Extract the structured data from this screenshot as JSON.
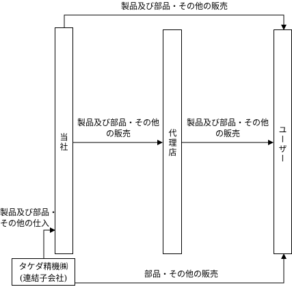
{
  "entities": {
    "company": "当社",
    "agent": "代理店",
    "user": "ユーザー",
    "subsidiary_line1": "タケダ精機㈱",
    "subsidiary_line2": "(連結子会社)"
  },
  "flows": {
    "top": "製品及び部品・その他の販売",
    "company_to_agent_line1": "製品及び部品・その他",
    "company_to_agent_line2": "の販売",
    "agent_to_user_line1": "製品及び部品・その他",
    "agent_to_user_line2": "の販売",
    "subsidiary_to_company_line1": "製品及び部品・",
    "subsidiary_to_company_line2": "その他の仕入",
    "bottom": "部品・その他の販売"
  }
}
